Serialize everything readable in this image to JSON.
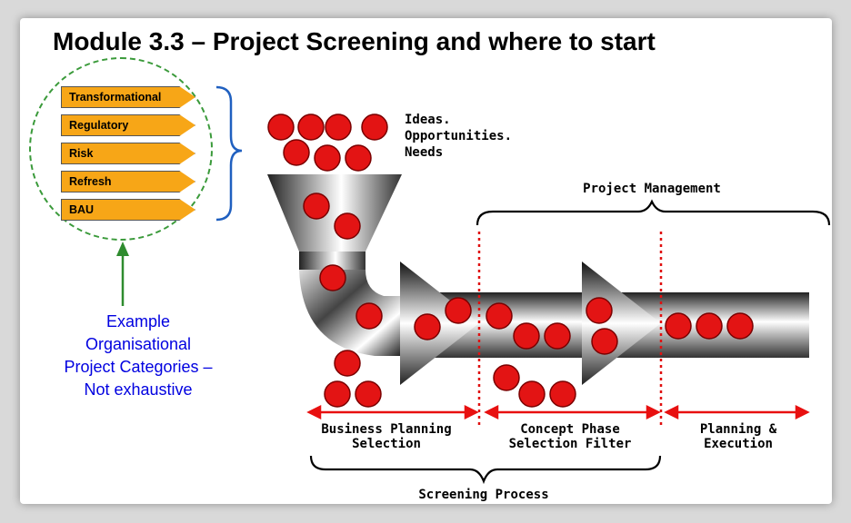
{
  "title": "Module 3.3 – Project Screening and where to start",
  "categories": [
    "Transformational",
    "Regulatory",
    "Risk",
    "Refresh",
    "BAU"
  ],
  "example_text": [
    "Example",
    "Organisational",
    "Project Categories –",
    "Not exhaustive"
  ],
  "ideas_text": [
    "Ideas.",
    "Opportunities.",
    "Needs"
  ],
  "project_management_label": "Project Management",
  "stages": [
    {
      "line1": "Business Planning",
      "line2": "Selection"
    },
    {
      "line1": "Concept Phase",
      "line2": "Selection Filter"
    },
    {
      "line1": "Planning &",
      "line2": "Execution"
    }
  ],
  "screening_process_label": "Screening Process",
  "colors": {
    "category_fill": "#f7a617",
    "bracket_blue": "#2060c0",
    "circle_green": "#3a9a3a",
    "text_blue": "#0000e0",
    "ball_red": "#e01010",
    "arrow_red": "#e81010"
  }
}
